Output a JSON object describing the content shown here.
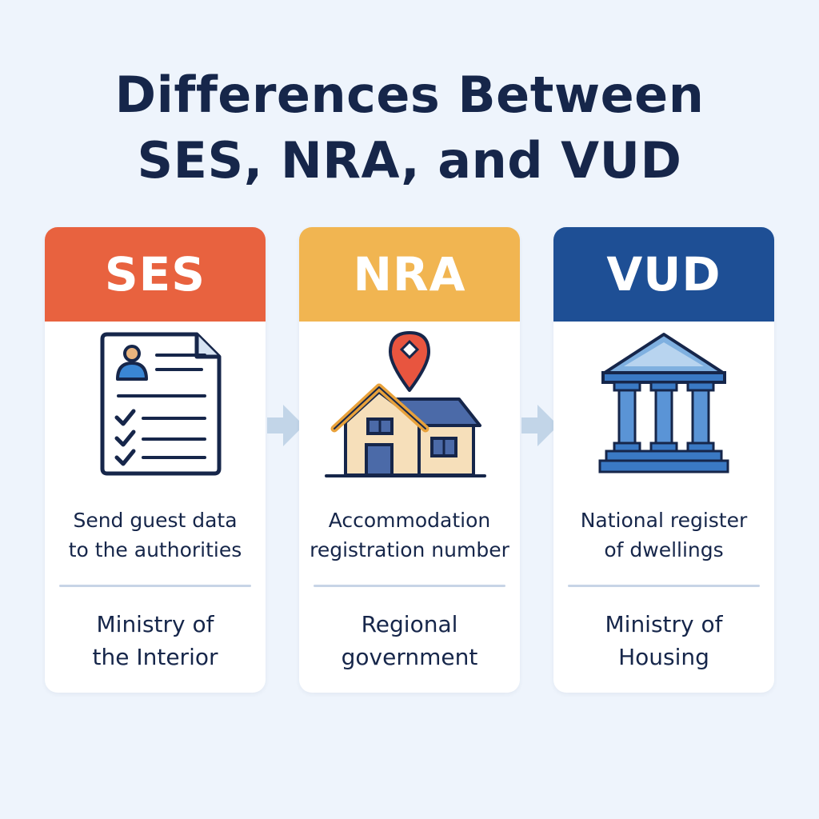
{
  "title": {
    "line1": "Differences Between",
    "line2": "SES, NRA, and VUD"
  },
  "cards": [
    {
      "name": "SES",
      "description_line1": "Send guest data",
      "description_line2": "to the authorities",
      "authority_line1": "Ministry of",
      "authority_line2": "the Interior",
      "header_color": "#e8623f",
      "icon": "guest-checklist-document-icon"
    },
    {
      "name": "NRA",
      "description_line1": "Accommodation",
      "description_line2": "registration number",
      "authority_line1": "Regional",
      "authority_line2": "government",
      "header_color": "#f1b551",
      "icon": "house-location-pin-icon"
    },
    {
      "name": "VUD",
      "description_line1": "National register",
      "description_line2": "of dwellings",
      "authority_line1": "Ministry of",
      "authority_line2": "Housing",
      "header_color": "#1e4f95",
      "icon": "government-building-icon"
    }
  ],
  "arrows": [
    "arrow-right-icon",
    "arrow-right-icon"
  ]
}
